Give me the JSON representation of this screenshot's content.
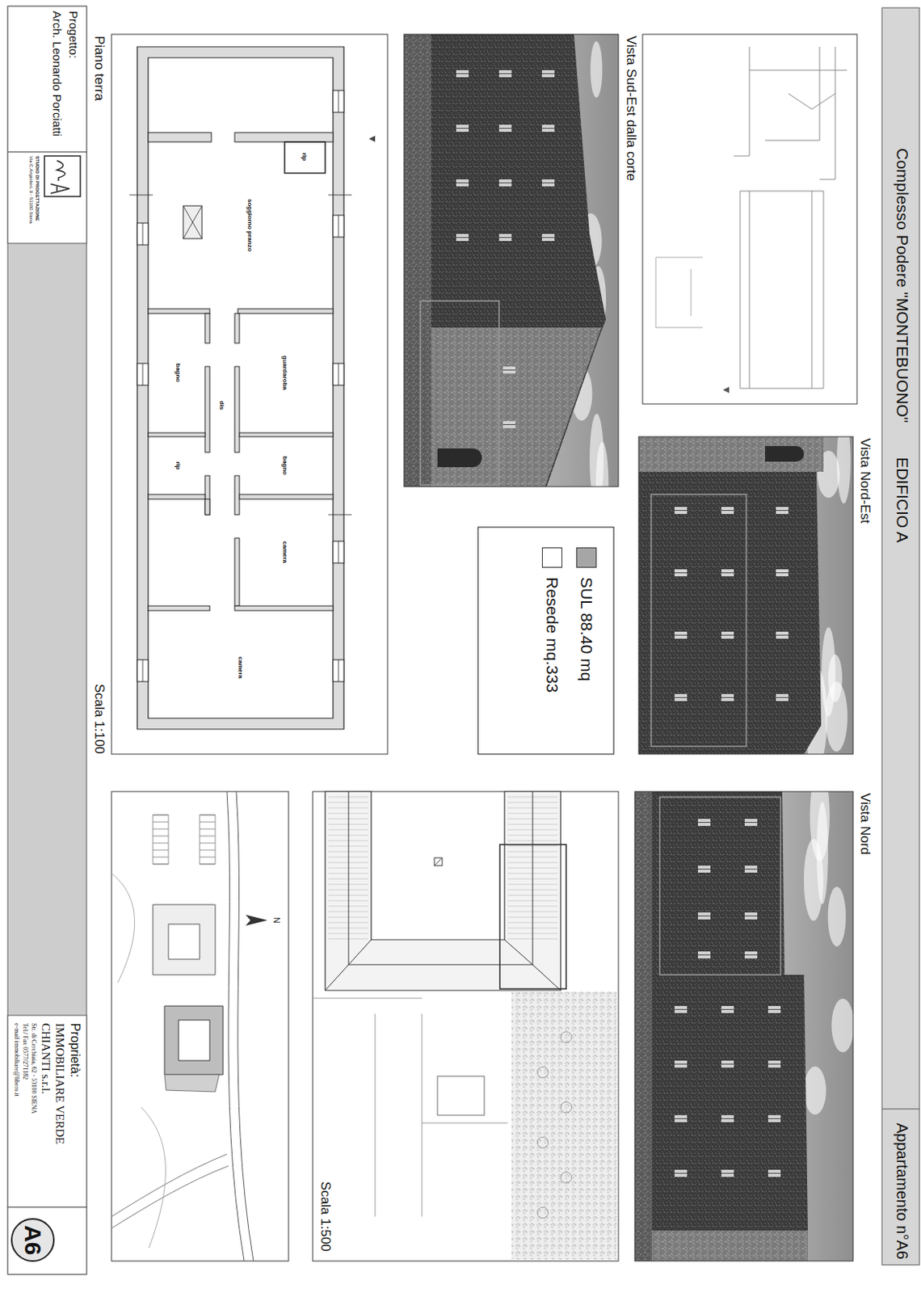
{
  "diagram": {
    "title": "Complesso Podere \"MONTEBUONO\"",
    "labels": [
      "EDIFICIO A",
      "Appartamento n°A6",
      "Vista Sud-Est dalla corte",
      "Vista Nord-Est",
      "Vista Nord",
      "Piano terra",
      "Scala 1:100",
      "Scala 1:500",
      "soggiorno pranzo",
      "rip",
      "guardaroba",
      "dis",
      "bagno",
      "bagno",
      "rip",
      "camera",
      "camera",
      "N",
      "Progetto:",
      "Arch. Leonardo Porciatti",
      "STUDIO DI PROGETTAZIONE",
      "Via C.Angiolieri, 9 - 53100 Siena",
      "Proprietà:",
      "IMMOBILIARE VERDE CHIANTI s.r.l.",
      "Str. di Cerchiaia, 62 - 53100 SIENA",
      "Tel./ Fax 0577/271182",
      "e-mail immobiliare@libero.it",
      "A6"
    ],
    "legend": [
      {
        "text": "SUL 88.40 mq",
        "color": "#a6a6a6"
      },
      {
        "text": "Resede mq.333",
        "color": "#ffffff"
      }
    ]
  }
}
